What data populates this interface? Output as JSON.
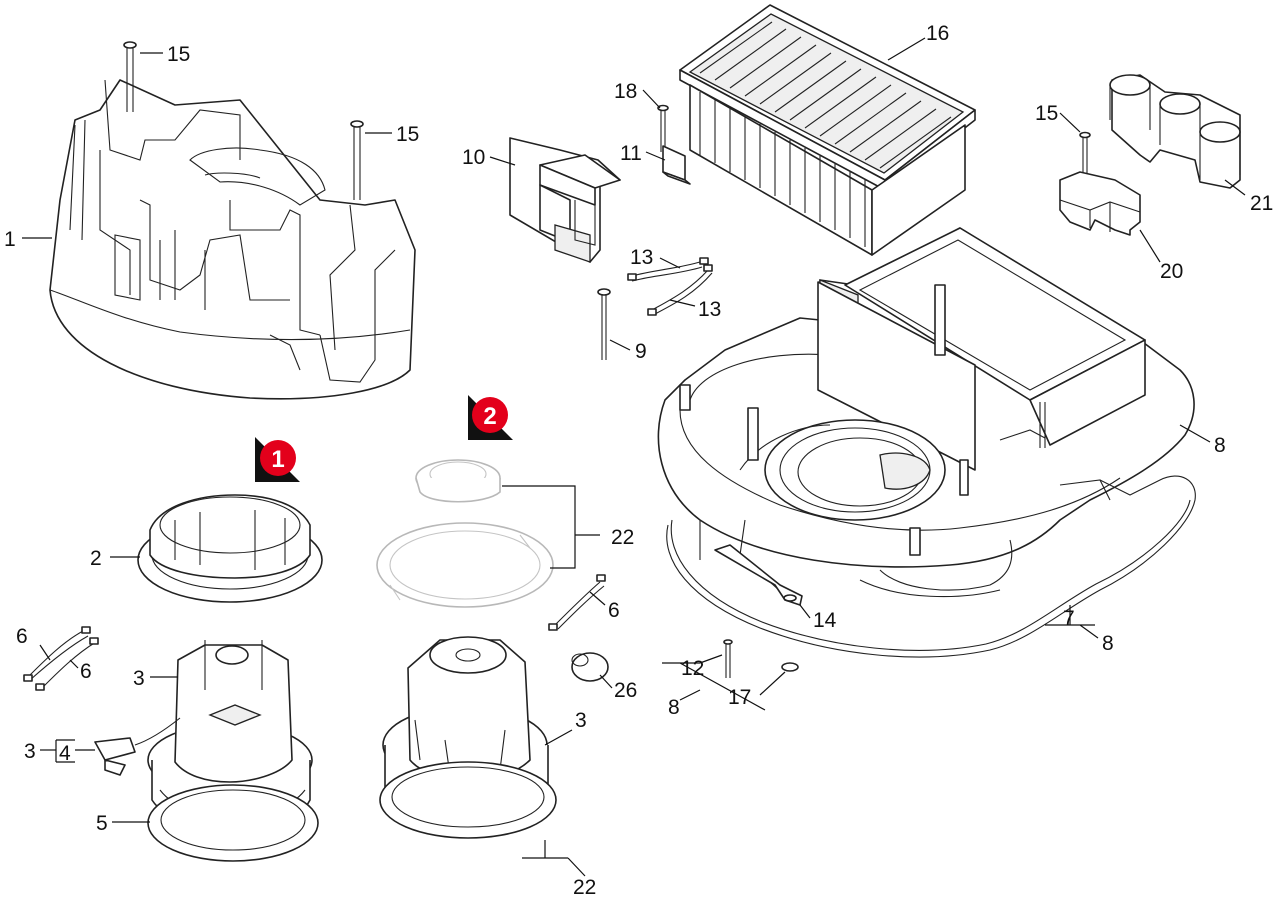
{
  "callouts": {
    "c1": "1",
    "c2": "2",
    "c3a": "3",
    "c3b": "3",
    "c3c": "3",
    "c4": "4",
    "c5": "5",
    "c6a": "6",
    "c6b": "6",
    "c6c": "6",
    "c7": "7",
    "c8a": "8",
    "c8b": "8",
    "c8c": "8",
    "c9": "9",
    "c10": "10",
    "c11": "11",
    "c12": "12",
    "c13a": "13",
    "c13b": "13",
    "c14": "14",
    "c15a": "15",
    "c15b": "15",
    "c15c": "15",
    "c16": "16",
    "c17": "17",
    "c18": "18",
    "c20": "20",
    "c21": "21",
    "c22a": "22",
    "c22b": "22",
    "c26": "26"
  },
  "variant_markers": {
    "v1": "1",
    "v2": "2"
  },
  "colors": {
    "marker_red": "#e3001b",
    "marker_shadow": "#111111",
    "line": "#222222",
    "ghost": "#b8b8b8"
  }
}
